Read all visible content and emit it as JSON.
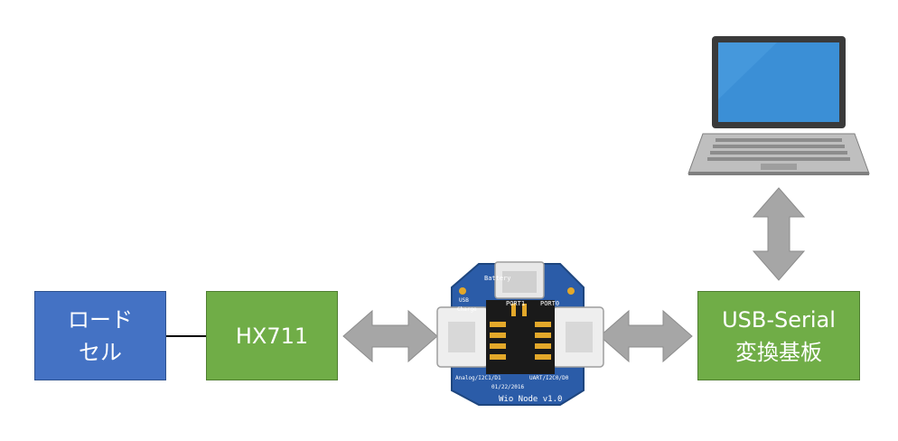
{
  "load_cell": {
    "lines": [
      "ロード",
      "セル"
    ]
  },
  "hx711": {
    "label": "HX711"
  },
  "usb_serial": {
    "lines": [
      "USB-Serial",
      "変換基板"
    ]
  },
  "board": {
    "silk_name": "Wio Node v1.0",
    "silk_date": "01/22/2016",
    "silk_port1": "PORT1",
    "silk_port0": "PORT0",
    "silk_battery": "Battery",
    "silk_usb": "USB",
    "silk_charge": "Charge",
    "silk_bus1": "Analog/I2C1/D1",
    "silk_bus0": "UART/I2C0/D0"
  },
  "colors": {
    "load_cell": "#4472c4",
    "green_box": "#70ad47",
    "arrow": "#a6a6a6",
    "pcb": "#2b5ca8"
  }
}
